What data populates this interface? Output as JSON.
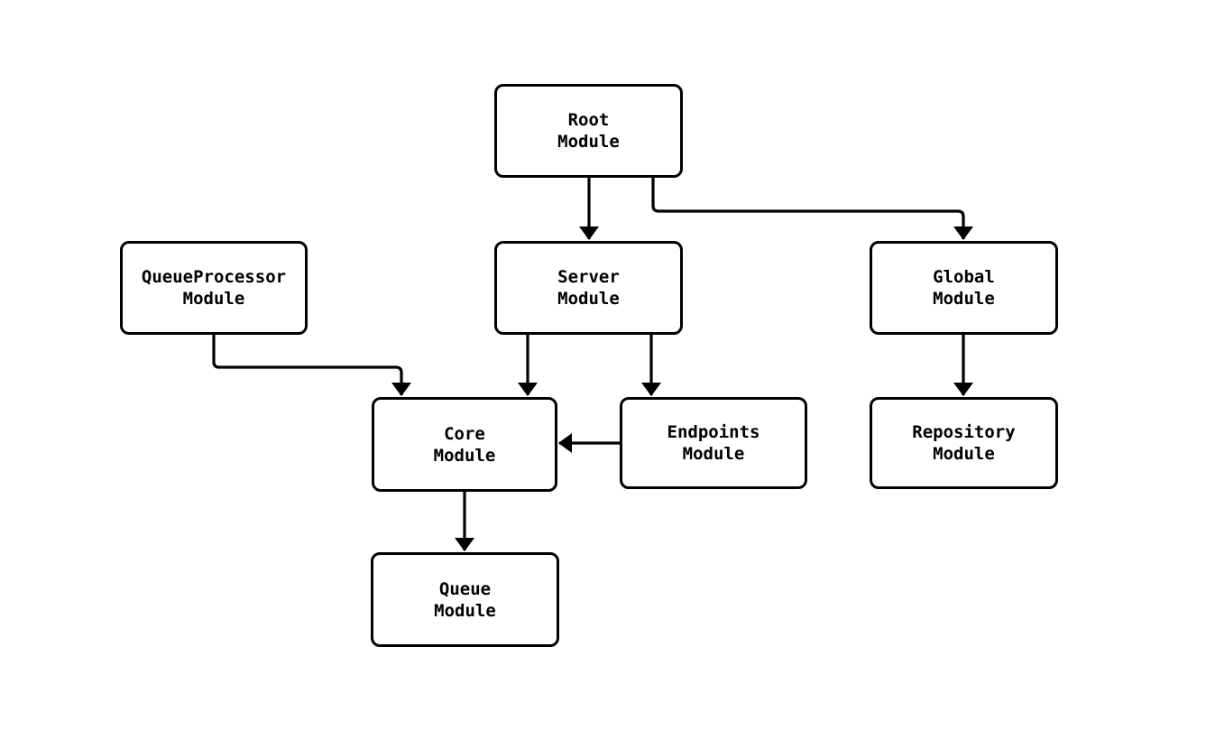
{
  "diagram": {
    "type": "flowchart",
    "background": "#ffffff",
    "colors": {
      "node_fill": "#ffffff",
      "node_border": "#000000",
      "text": "#000000",
      "arrow": "#000000"
    },
    "nodes": [
      {
        "id": "root",
        "label": "Root\nModule"
      },
      {
        "id": "queueprocessor",
        "label": "QueueProcessor\nModule"
      },
      {
        "id": "server",
        "label": "Server\nModule"
      },
      {
        "id": "global",
        "label": "Global\nModule"
      },
      {
        "id": "core",
        "label": "Core\nModule"
      },
      {
        "id": "endpoints",
        "label": "Endpoints\nModule"
      },
      {
        "id": "repository",
        "label": "Repository\nModule"
      },
      {
        "id": "queue",
        "label": "Queue\nModule"
      }
    ],
    "edges": [
      {
        "from": "Root Module",
        "to": "Server Module"
      },
      {
        "from": "Root Module",
        "to": "Global Module"
      },
      {
        "from": "QueueProcessor Module",
        "to": "Core Module"
      },
      {
        "from": "Server Module",
        "to": "Core Module"
      },
      {
        "from": "Server Module",
        "to": "Endpoints Module"
      },
      {
        "from": "Endpoints Module",
        "to": "Core Module"
      },
      {
        "from": "Global Module",
        "to": "Repository Module"
      },
      {
        "from": "Core Module",
        "to": "Queue Module"
      }
    ]
  }
}
